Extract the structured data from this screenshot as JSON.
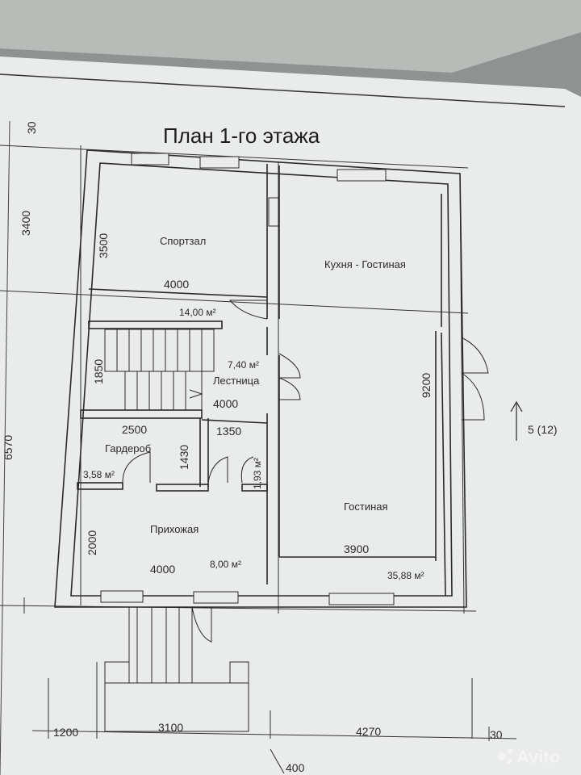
{
  "title": "План 1-го этажа",
  "rooms": {
    "gym": "Спортзал",
    "kitchen_living": "Кухня - Гостиная",
    "stairs": "Лестница",
    "wardrobe": "Гардероб",
    "hallway": "Прихожая",
    "living": "Гостиная"
  },
  "areas": {
    "gym": "14,00 м²",
    "stairs": "7,40 м²",
    "wardrobe": "3,58 м²",
    "bath": "1,93 м²",
    "hallway": "8,00 м²",
    "living": "35,88 м²"
  },
  "dimensions": {
    "top_30": "30",
    "left_3400": "3400",
    "left_6570": "6570",
    "gym_height": "3500",
    "gym_width": "4000",
    "stair_height": "1850",
    "stair_width": "4000",
    "wardrobe_width": "2500",
    "bath_width": "1350",
    "wardrobe_height": "1430",
    "hall_height": "2000",
    "hall_width": "4000",
    "living_height": "9200",
    "living_width": "3900",
    "bottom_1200": "1200",
    "bottom_3100": "3100",
    "bottom_4270": "4270",
    "bottom_30": "30",
    "bottom_400": "400"
  },
  "section_mark": "5 (12)",
  "watermark": "Avito"
}
